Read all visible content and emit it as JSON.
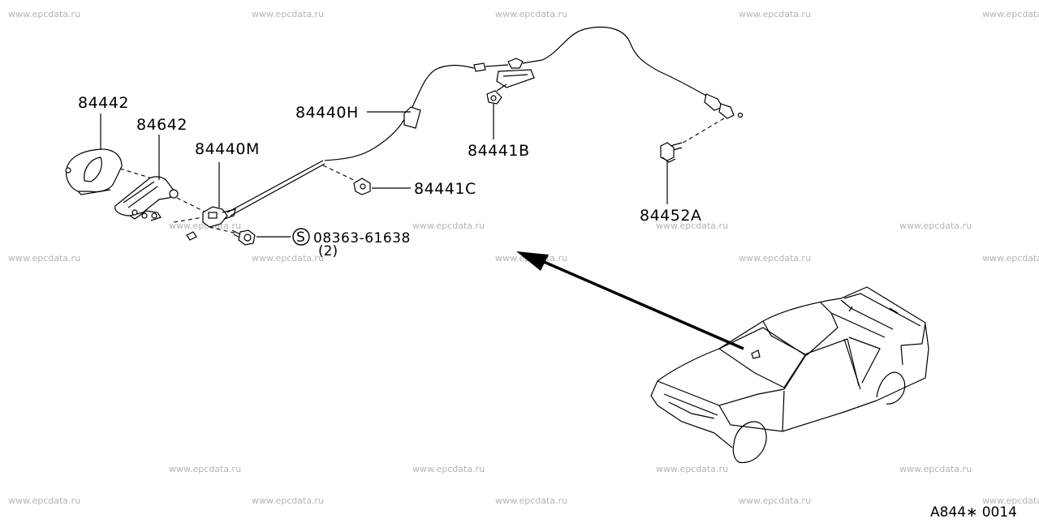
{
  "watermark": "www.epcdata.ru",
  "labels": {
    "p84442": "84442",
    "p84642": "84642",
    "p84440M": "84440M",
    "p84440H": "84440H",
    "p84441B": "84441B",
    "p84441C": "84441C",
    "p84452A": "84452A",
    "screw_symbol": "S",
    "screw_code": "08363-61638",
    "screw_qty": "(2)"
  },
  "diagram_code": "A844∗ 0014"
}
